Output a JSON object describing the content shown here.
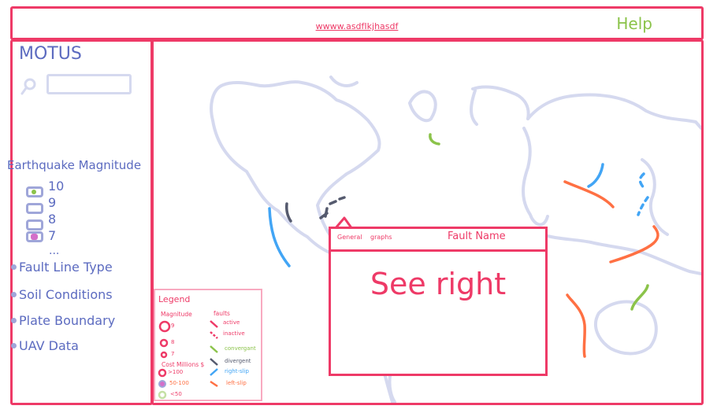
{
  "topbar": {
    "url": "wwww.asdfIkjhasdf",
    "help": "Help"
  },
  "sidebar": {
    "title": "MOTUS",
    "search": {
      "placeholder": ""
    },
    "earthquake_label": "Earthquake Magnitude",
    "magnitudes": [
      {
        "label": "10",
        "checked": true
      },
      {
        "label": "9",
        "checked": false
      },
      {
        "label": "8",
        "checked": false
      },
      {
        "label": "7",
        "checked": true
      }
    ],
    "magnitude_more": "...",
    "menu": [
      "Fault Line Type",
      "Soil Conditions",
      "Plate Boundary",
      "UAV Data"
    ]
  },
  "legend": {
    "title": "Legend",
    "magnitude_header": "Magnitude",
    "magnitude_items": [
      "9",
      "8",
      "7"
    ],
    "cost_header": "Cost Millions $",
    "cost_items": [
      ">100",
      "50-100",
      "<50"
    ],
    "faults_header": "faults",
    "fault_items": [
      {
        "label": "active",
        "color": "#ee3a67"
      },
      {
        "label": "inactive",
        "color": "#ee3a67"
      },
      {
        "label": "convergant",
        "color": "#8bc34a"
      },
      {
        "label": "divergent",
        "color": "#555a6e"
      },
      {
        "label": "right-slip",
        "color": "#42a5f5"
      },
      {
        "label": "left-slip",
        "color": "#ff7043"
      }
    ]
  },
  "popup": {
    "tabs": [
      "General",
      "graphs"
    ],
    "title": "Fault Name",
    "body": "See right"
  },
  "colors": {
    "accent": "#ee3a67",
    "text": "#5c6bc0",
    "help": "#8bc34a",
    "map_outline": "#d5d9ef"
  }
}
